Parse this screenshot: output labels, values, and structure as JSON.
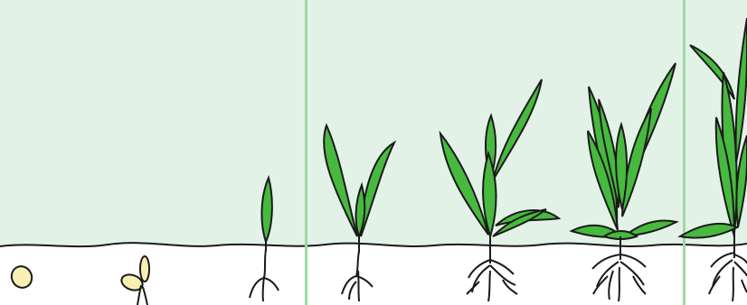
{
  "diagram": {
    "colors": {
      "sky": "#e3f2e6",
      "soil": "#ffffff",
      "divider": "#9fd8a6",
      "leaf": "#47b93f",
      "outline": "#1a1a1a",
      "seed": "#f8f0b2"
    },
    "stages": [
      {
        "id": "seed",
        "icon": "seed-icon"
      },
      {
        "id": "germination",
        "icon": "sprouting-seed-icon"
      },
      {
        "id": "emergence",
        "icon": "single-leaf-seedling-icon"
      },
      {
        "id": "leaf-development",
        "icon": "two-leaf-seedling-icon"
      },
      {
        "id": "tillering-early",
        "icon": "multi-leaf-plant-icon"
      },
      {
        "id": "tillering",
        "icon": "tillering-plant-icon"
      },
      {
        "id": "stem-elongation",
        "icon": "tall-plant-icon"
      }
    ]
  }
}
